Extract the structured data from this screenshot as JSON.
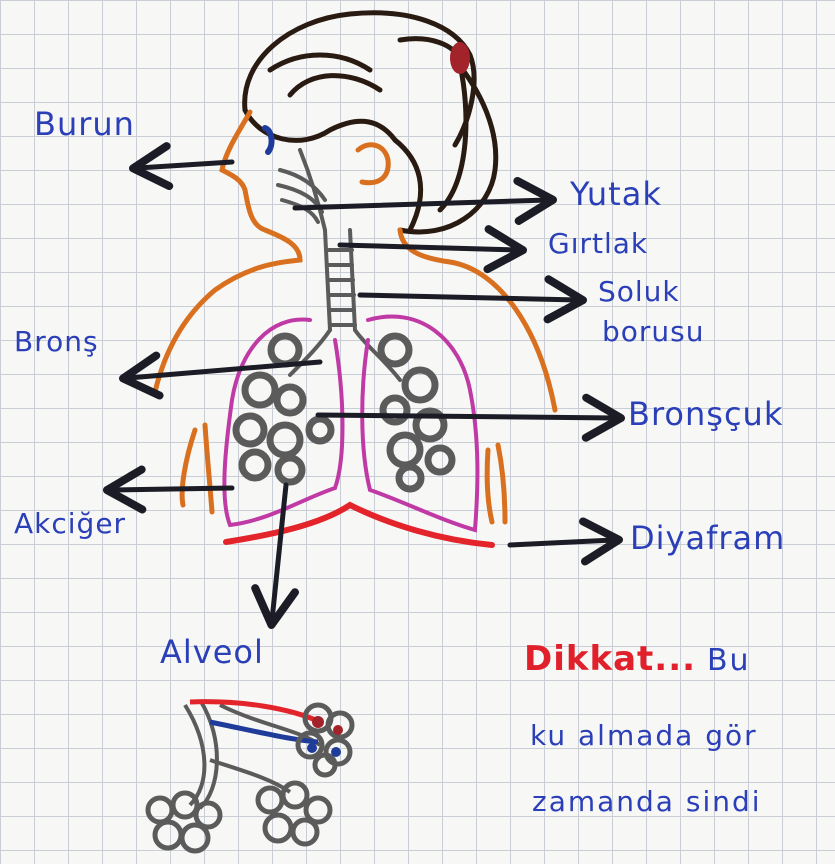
{
  "labels": {
    "burun": "Burun",
    "yutak": "Yutak",
    "girtlak": "Gırtlak",
    "soluk_1": "Soluk",
    "soluk_2": "borusu",
    "brons": "Bronş",
    "bronscuk": "Bronşçuk",
    "akciger": "Akciğer",
    "diyafram": "Diyafram",
    "alveol": "Alveol"
  },
  "note": {
    "heading": "Dikkat...",
    "line1_rest": "Bu",
    "line2": "ku almada gör",
    "line3": "zamanda sindi"
  },
  "colors": {
    "ink_blue": "#2b3fb8",
    "ink_red": "#e0202a",
    "skin_orange": "#d9701f",
    "hair_black": "#2a1b12",
    "lung_pink": "#c03aa6",
    "lung_gray": "#5b5b5b",
    "diaphragm_red": "#e3242b",
    "arrow_black": "#1c1c26"
  }
}
